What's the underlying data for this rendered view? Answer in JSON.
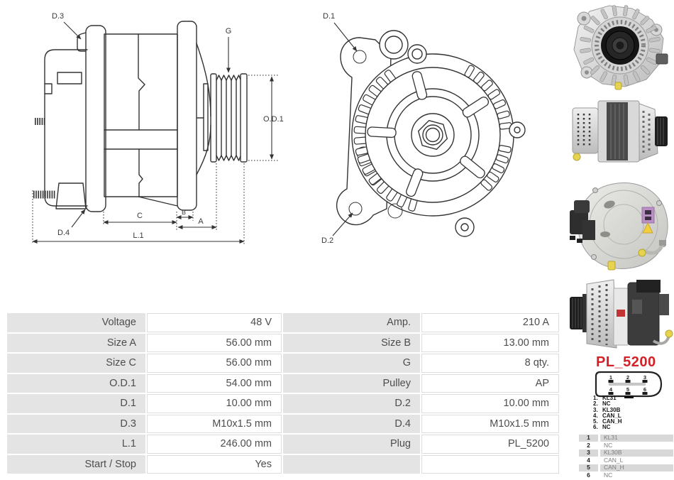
{
  "drawings": {
    "side_view": {
      "labels": {
        "d3": "D.3",
        "g": "G",
        "od1": "O.D.1",
        "d4": "D.4",
        "c": "C",
        "b": "B",
        "a": "A",
        "l1": "L.1"
      }
    },
    "front_view": {
      "labels": {
        "d1": "D.1",
        "d2": "D.2"
      }
    }
  },
  "spec_table": {
    "rows": [
      {
        "label1": "Voltage",
        "value1": "48 V",
        "label2": "Amp.",
        "value2": "210 A"
      },
      {
        "label1": "Size A",
        "value1": "56.00 mm",
        "label2": "Size B",
        "value2": "13.00 mm"
      },
      {
        "label1": "Size C",
        "value1": "56.00 mm",
        "label2": "G",
        "value2": "8 qty."
      },
      {
        "label1": "O.D.1",
        "value1": "54.00 mm",
        "label2": "Pulley",
        "value2": "AP"
      },
      {
        "label1": "D.1",
        "value1": "10.00 mm",
        "label2": "D.2",
        "value2": "10.00 mm"
      },
      {
        "label1": "D.3",
        "value1": "M10x1.5 mm",
        "label2": "D.4",
        "value2": "M10x1.5 mm"
      },
      {
        "label1": "L.1",
        "value1": "246.00 mm",
        "label2": "Plug",
        "value2": "PL_5200"
      },
      {
        "label1": "Start / Stop",
        "value1": "Yes",
        "label2": "",
        "value2": ""
      }
    ]
  },
  "connector": {
    "title": "PL_5200",
    "pin_numbers": [
      "1",
      "2",
      "3",
      "4",
      "5",
      "6"
    ],
    "pin_list": [
      {
        "num": "1.",
        "name": "KL31"
      },
      {
        "num": "2.",
        "name": "NC"
      },
      {
        "num": "3.",
        "name": "KL30B"
      },
      {
        "num": "4.",
        "name": "CAN_L"
      },
      {
        "num": "5.",
        "name": "CAN_H"
      },
      {
        "num": "6.",
        "name": "NC"
      }
    ],
    "pin_table": [
      {
        "num": "1",
        "name": "KL31"
      },
      {
        "num": "2",
        "name": "NC"
      },
      {
        "num": "3",
        "name": "KL30B"
      },
      {
        "num": "4",
        "name": "CAN_L"
      },
      {
        "num": "5",
        "name": "CAN_H"
      },
      {
        "num": "6",
        "name": "NC"
      }
    ]
  },
  "colors": {
    "accent_red": "#d42127",
    "table_label_bg": "#e4e4e4",
    "table_value_bg": "#ffffff",
    "row_shade": "#d8d8d8",
    "text": "#4d4d4d"
  }
}
